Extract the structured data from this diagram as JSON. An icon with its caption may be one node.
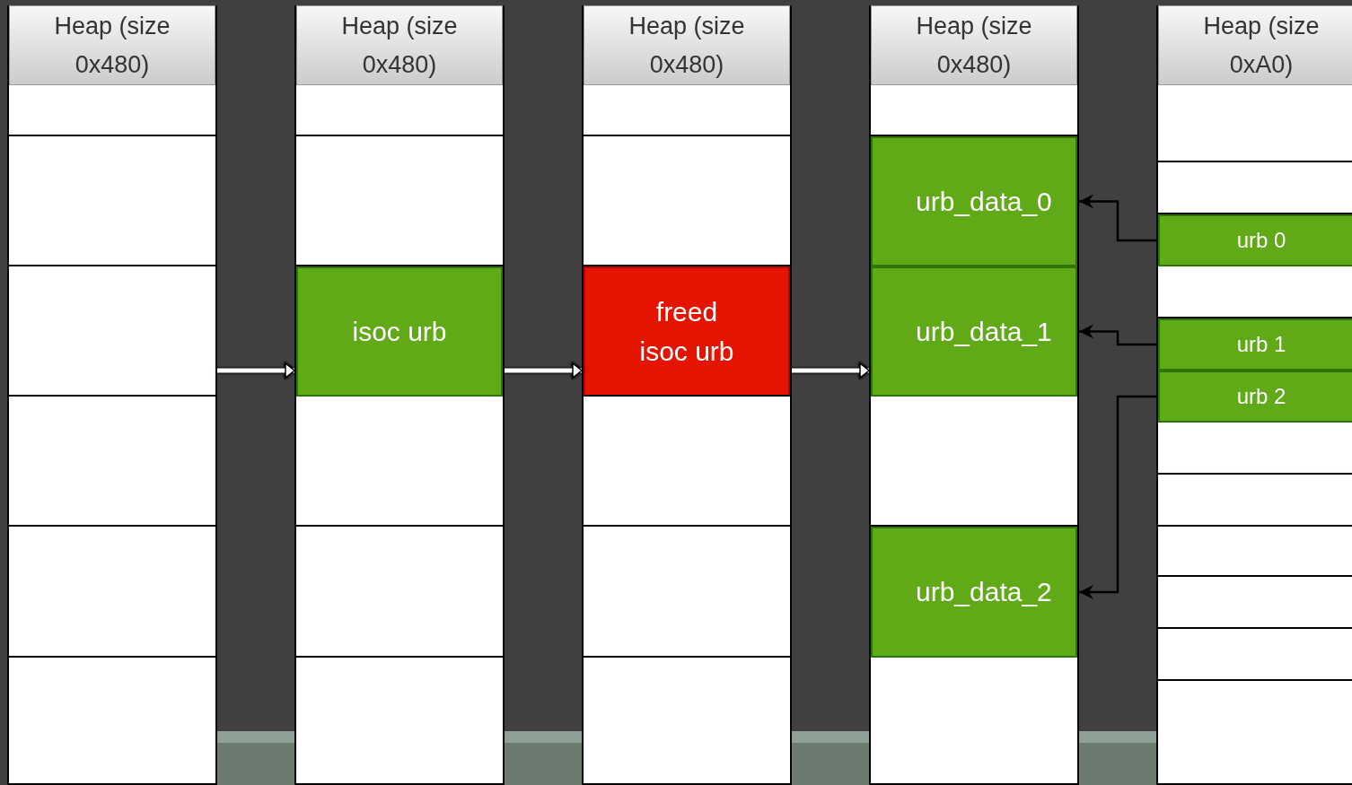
{
  "diagram": {
    "nodes": [
      {
        "text": [
          "Heap (size 0x480)"
        ]
      },
      {
        "text": [],
        "shape": "box",
        "in": 0
      },
      {
        "text": [],
        "shape": "box",
        "in": 0
      },
      {
        "text": [],
        "shape": "box",
        "in": 0
      },
      {
        "text": [],
        "shape": "box",
        "in": 0
      },
      {
        "text": [],
        "shape": "box",
        "in": 0
      },
      {
        "text": [],
        "shape": "box",
        "in": 0
      },
      {
        "text": [
          "Heap (size 0x480)"
        ]
      },
      {
        "text": [],
        "shape": "box",
        "in": 7
      },
      {
        "text": [],
        "shape": "box",
        "in": 7
      },
      {
        "text": [
          "isoc urb"
        ],
        "in": 7
      },
      {
        "text": [],
        "shape": "box",
        "in": 7
      },
      {
        "text": [],
        "shape": "box",
        "in": 7
      },
      {
        "text": [],
        "shape": "box",
        "in": 7
      },
      {
        "text": [
          "Heap (size 0x480)"
        ]
      },
      {
        "text": [],
        "shape": "box",
        "in": 14
      },
      {
        "text": [],
        "shape": "box",
        "in": 14
      },
      {
        "text": [
          "freed isoc urb"
        ],
        "in": 14
      },
      {
        "text": [],
        "shape": "box",
        "in": 14
      },
      {
        "text": [],
        "shape": "box",
        "in": 14
      },
      {
        "text": [],
        "shape": "box",
        "in": 14
      },
      {
        "text": [
          "Heap (size 0x480)"
        ]
      },
      {
        "text": [],
        "shape": "box",
        "in": 21
      },
      {
        "text": [
          "urb_data_0"
        ],
        "in": 21
      },
      {
        "text": [
          "urb_data_1"
        ],
        "in": 21
      },
      {
        "text": [],
        "shape": "box",
        "in": 21
      },
      {
        "text": [
          "urb_data_2"
        ],
        "in": 21
      },
      {
        "text": [],
        "shape": "box",
        "in": 21
      },
      {
        "text": [
          "Heap (size 0xA0)"
        ]
      },
      {
        "text": [],
        "shape": "box",
        "in": 28
      },
      {
        "text": [],
        "shape": "box",
        "in": 28
      },
      {
        "text": [
          "urb 0"
        ],
        "in": 28
      },
      {
        "text": [],
        "shape": "box",
        "in": 28
      },
      {
        "text": [
          "urb 1"
        ],
        "in": 28
      },
      {
        "text": [
          "urb 2"
        ],
        "in": 28
      },
      {
        "text": [],
        "shape": "box",
        "in": 28
      },
      {
        "text": [],
        "shape": "box",
        "in": 28
      },
      {
        "text": [],
        "shape": "box",
        "in": 28
      },
      {
        "text": [],
        "shape": "box",
        "in": 28
      },
      {
        "text": [],
        "shape": "box",
        "in": 28
      },
      {
        "text": [],
        "shape": "box",
        "in": 28
      }
    ],
    "edges": [
      {
        "from": 0,
        "to": 7,
        "arrow": "to",
        "style": "thick",
        "color": "#ffffff"
      },
      {
        "from": 7,
        "to": 14,
        "arrow": "to",
        "style": "thick",
        "color": "#ffffff"
      },
      {
        "from": 14,
        "to": 21,
        "arrow": "to",
        "style": "thick",
        "color": "#ffffff"
      },
      {
        "from": 31,
        "to": 23,
        "arrow": "to",
        "color": "#000000"
      },
      {
        "from": 33,
        "to": 24,
        "arrow": "to",
        "color": "#000000"
      },
      {
        "from": 34,
        "to": 26,
        "arrow": "to",
        "color": "#000000"
      }
    ]
  }
}
